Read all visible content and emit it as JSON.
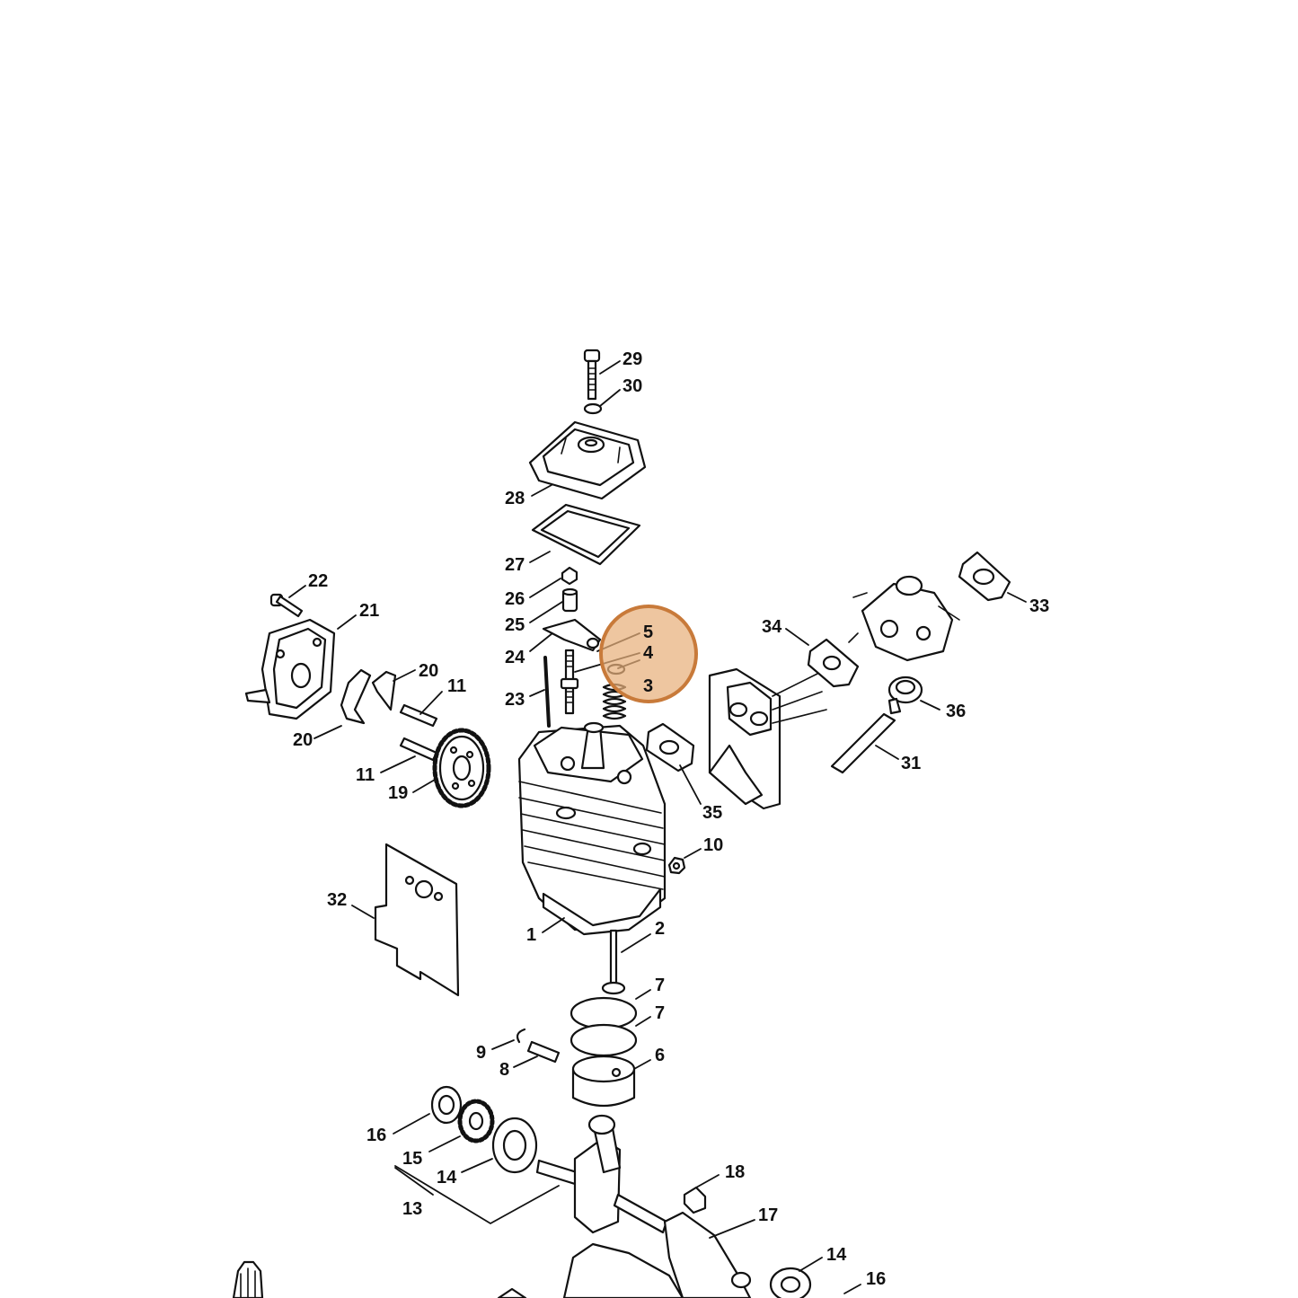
{
  "diagram": {
    "callouts": [
      "29",
      "30",
      "28",
      "27",
      "26",
      "25",
      "24",
      "5",
      "4",
      "3",
      "23",
      "22",
      "21",
      "20",
      "20",
      "11",
      "11",
      "19",
      "34",
      "33",
      "36",
      "31",
      "35",
      "10",
      "32",
      "1",
      "2",
      "7",
      "7",
      "9",
      "8",
      "6",
      "16",
      "15",
      "14",
      "13",
      "18",
      "17",
      "14",
      "16"
    ],
    "highlighted_parts": [
      "5",
      "4",
      "3"
    ],
    "highlight_color": "#e8b07c"
  }
}
